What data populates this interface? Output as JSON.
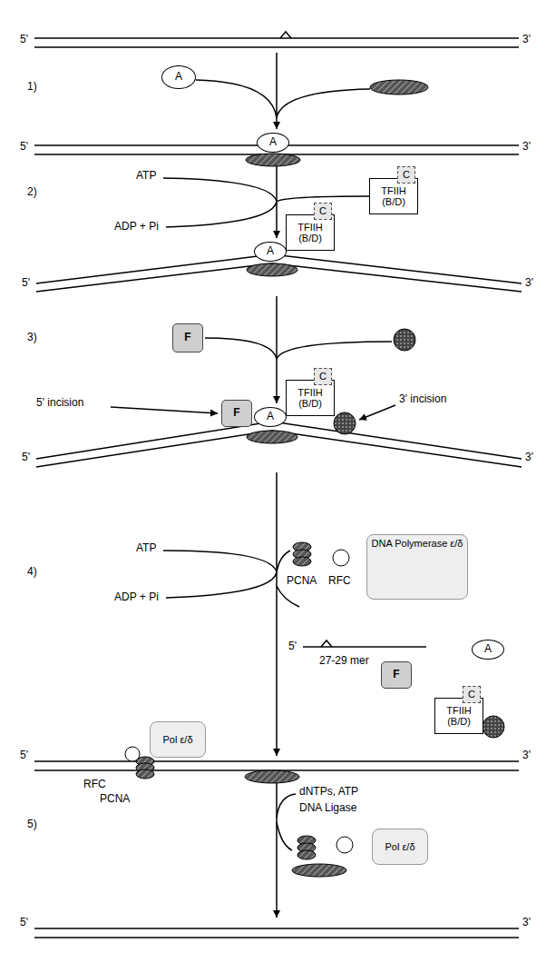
{
  "diagram": {
    "nodes": [
      {
        "text": [
          "A"
        ]
      },
      {
        "text": [
          "A"
        ]
      },
      {
        "text": [
          "TFIIH (B/D)"
        ]
      },
      {
        "text": [
          "C"
        ],
        "in": 2
      },
      {
        "text": [
          "A"
        ]
      },
      {
        "text": [
          "TFIIH (B/D)"
        ]
      },
      {
        "text": [
          "C"
        ],
        "in": 5
      },
      {
        "text": [
          "F"
        ]
      },
      {
        "text": [
          "F"
        ]
      },
      {
        "text": [
          "A"
        ]
      },
      {
        "text": [
          "TFIIH (B/D)"
        ]
      },
      {
        "text": [
          "C"
        ],
        "in": 10
      },
      {
        "text": [
          "DNA Polymerase ε/δ"
        ]
      },
      {
        "text": [
          "F"
        ]
      },
      {
        "text": [
          "A"
        ]
      },
      {
        "text": [
          "TFIIH (B/D)"
        ]
      },
      {
        "text": [
          "C"
        ],
        "in": 15
      },
      {
        "text": [
          "Pol ε/δ"
        ]
      },
      {
        "text": [
          "Pol ε/δ"
        ]
      }
    ],
    "labels": [
      "5'",
      "3'",
      "1)",
      "5'",
      "3'",
      "2)",
      "ATP",
      "ADP + Pi",
      "5'",
      "3'",
      "3)",
      "5' incision",
      "3' incision",
      "5'",
      "3'",
      "4)",
      "ATP",
      "ADP + Pi",
      "PCNA",
      "RFC",
      "5'",
      "27-29 mer",
      "5'",
      "3'",
      "RFC",
      "PCNA",
      "5)",
      "dNTPs, ATP",
      "DNA Ligase",
      "5'",
      "3'"
    ]
  }
}
